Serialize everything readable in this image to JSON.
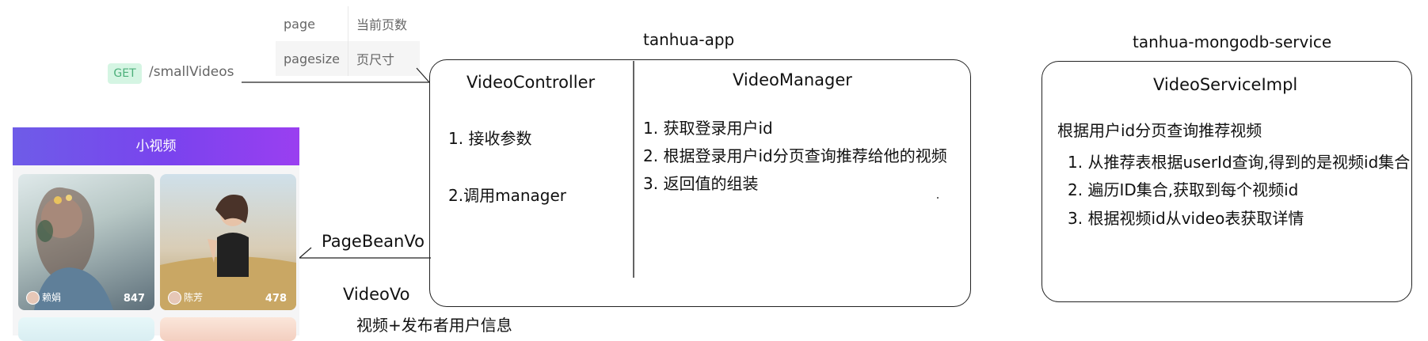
{
  "params": [
    {
      "name": "page",
      "desc": "当前页数"
    },
    {
      "name": "pagesize",
      "desc": "页尺寸"
    }
  ],
  "request": {
    "method": "GET",
    "path": "/smallVideos"
  },
  "app_title": "tanhua-app",
  "service_title": "tanhua-mongodb-service",
  "controller": {
    "title": "VideoController",
    "steps": [
      "1. 接收参数",
      "2.调用manager"
    ]
  },
  "manager": {
    "title": "VideoManager",
    "steps": [
      "1. 获取登录用户id",
      "2. 根据登录用户id分页查询推荐给他的视频",
      "3. 返回值的组装"
    ]
  },
  "service": {
    "title": "VideoServiceImpl",
    "summary": "根据用户id分页查询推荐视频",
    "steps": [
      "1. 从推荐表根据userId查询,得到的是视频id集合",
      "2. 遍历ID集合,获取到每个视频id",
      "3. 根据视频id从video表获取详情"
    ]
  },
  "response": {
    "type": "PageBeanVo",
    "item": "VideoVo",
    "item_desc": "视频+发布者用户信息"
  },
  "phone": {
    "header": "小视频",
    "cards": [
      {
        "name": "赖娟",
        "count": "847"
      },
      {
        "name": "陈芳",
        "count": "478"
      }
    ]
  }
}
